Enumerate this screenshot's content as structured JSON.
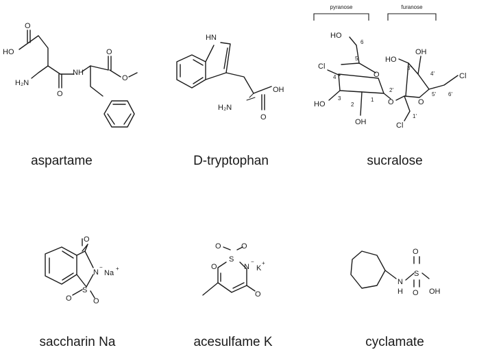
{
  "compounds": [
    {
      "name": "aspartame"
    },
    {
      "name": "D-tryptophan"
    },
    {
      "name": "sucralose"
    },
    {
      "name": "saccharin Na"
    },
    {
      "name": "acesulfame K"
    },
    {
      "name": "cyclamate"
    }
  ],
  "atoms": {
    "O": "O",
    "HO": "HO",
    "OH": "OH",
    "H2N": "H₂N",
    "NH": "NH",
    "HN": "HN",
    "N": "N",
    "H": "H",
    "S": "S",
    "Cl": "Cl",
    "Na": "Na",
    "K": "K",
    "plus": "+",
    "minus": "−"
  },
  "sucralose_brackets": {
    "pyranose": "pyranose",
    "furanose": "furanose"
  },
  "sucralose_numbers": [
    "1",
    "2",
    "3",
    "4",
    "5",
    "6",
    "1'",
    "2'",
    "3'",
    "4'",
    "5'",
    "6'"
  ]
}
